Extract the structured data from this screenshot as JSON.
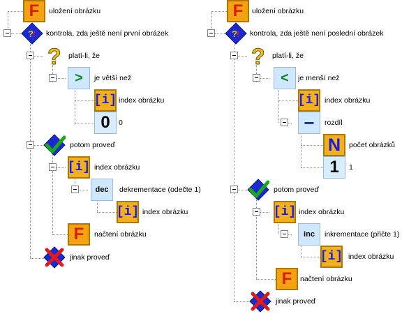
{
  "left": {
    "save": "uložení obrázku",
    "check": "kontrola, zda ještě není první obrázek",
    "if": "platí-li, že",
    "cmp": "je větší než",
    "cmp_symbol": ">",
    "index1": "index obrázku",
    "zero_value": "0",
    "zero_glyph": "0",
    "then": "potom proveď",
    "index2": "index obrázku",
    "fn": "dekrementace (odečte 1)",
    "fn_glyph": "dec",
    "index3": "index obrázku",
    "load": "načtení obrázku",
    "else": "jinak proveď"
  },
  "right": {
    "save": "uložení obrázku",
    "check": "kontrola, zda ještě není poslední obrázek",
    "if": "platí-li, že",
    "cmp": "je menší než",
    "cmp_symbol": "<",
    "index1": "index obrázku",
    "diff": "rozdíl",
    "count": "počet obrázků",
    "one_value": "1",
    "one_glyph": "1",
    "then": "potom proveď",
    "index2": "index obrázku",
    "fn": "inkrementace (přičte 1)",
    "fn_glyph": "inc",
    "index3": "index obrázku",
    "load": "načtení obrázku",
    "else": "jinak proveď"
  },
  "glyphs": {
    "f": "F",
    "index": "[i]",
    "count": "N",
    "minus": "−"
  },
  "colors": {
    "icon_orange": "#f0b020",
    "icon_blue": "#cfe8ff",
    "check_green": "#1aa81a",
    "cross_red": "#e01a1a",
    "diamond_blue": "#1a2ad0"
  }
}
